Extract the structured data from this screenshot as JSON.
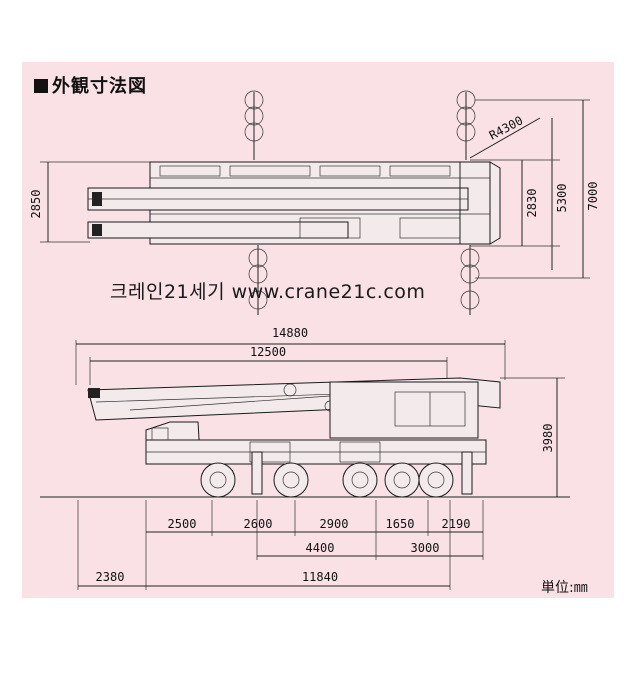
{
  "title": "外観寸法図",
  "watermark": "크레인21세기 www.crane21c.com",
  "unit_label": "単位:㎜",
  "plan_view": {
    "overall_height": "2850",
    "radius": "R4300",
    "width_a": "2830",
    "width_b": "5300",
    "width_c": "7000"
  },
  "side_view": {
    "overall_length": "14880",
    "boom_length": "12500",
    "height": "3980",
    "axle_spacings": [
      "2500",
      "2600",
      "2900",
      "1650",
      "2190"
    ],
    "mid_dims": [
      "4400",
      "3000"
    ],
    "bottom_dims": [
      "2380",
      "11840"
    ]
  }
}
